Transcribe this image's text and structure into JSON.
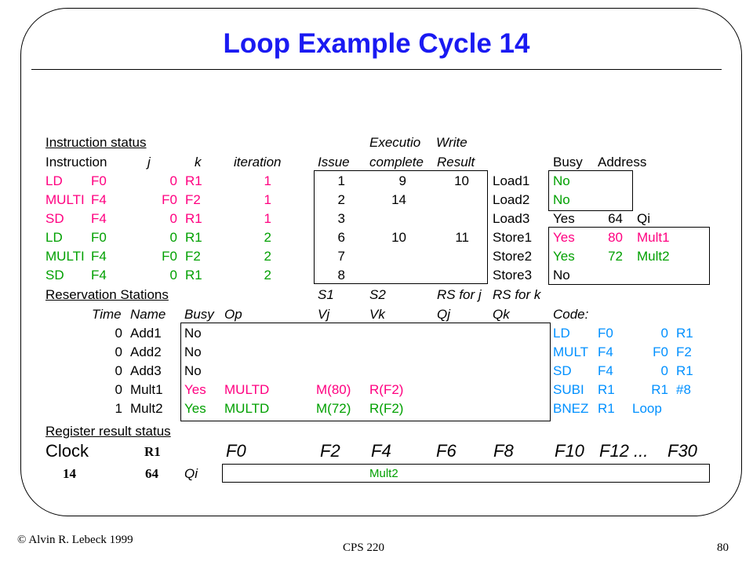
{
  "title": "Loop Example Cycle 14",
  "instruction_status": {
    "section_label": "Instruction status",
    "header_top": {
      "execution": "Executio",
      "write": "Write"
    },
    "headers": [
      "Instruction",
      "j",
      "k",
      "iteration",
      "Issue",
      "complete",
      "Result"
    ],
    "rows": [
      {
        "op": "LD",
        "dst": "F0",
        "j": "0",
        "k": "R1",
        "iter": "1",
        "issue": "1",
        "exec": "9",
        "write": "10",
        "color": "red"
      },
      {
        "op": "MULTI",
        "dst": "F4",
        "j": "F0",
        "k": "F2",
        "iter": "1",
        "issue": "2",
        "exec": "14",
        "write": "",
        "color": "red"
      },
      {
        "op": "SD",
        "dst": "F4",
        "j": "0",
        "k": "R1",
        "iter": "1",
        "issue": "3",
        "exec": "",
        "write": "",
        "color": "red"
      },
      {
        "op": "LD",
        "dst": "F0",
        "j": "0",
        "k": "R1",
        "iter": "2",
        "issue": "6",
        "exec": "10",
        "write": "11",
        "color": "grn"
      },
      {
        "op": "MULTI",
        "dst": "F4",
        "j": "F0",
        "k": "F2",
        "iter": "2",
        "issue": "7",
        "exec": "",
        "write": "",
        "color": "grn"
      },
      {
        "op": "SD",
        "dst": "F4",
        "j": "0",
        "k": "R1",
        "iter": "2",
        "issue": "8",
        "exec": "",
        "write": "",
        "color": "grn"
      }
    ]
  },
  "load_store": {
    "headers": {
      "busy": "Busy",
      "address": "Address"
    },
    "rows": [
      {
        "name": "Load1",
        "busy": "No",
        "addr": "",
        "extra": "",
        "color": "grn"
      },
      {
        "name": "Load2",
        "busy": "No",
        "addr": "",
        "extra": "",
        "color": "grn"
      },
      {
        "name": "Load3",
        "busy": "Yes",
        "addr": "64",
        "extra": "Qi",
        "color": "blk"
      },
      {
        "name": "Store1",
        "busy": "Yes",
        "addr": "80",
        "extra": "Mult1",
        "color": "red"
      },
      {
        "name": "Store2",
        "busy": "Yes",
        "addr": "72",
        "extra": "Mult2",
        "color": "grn"
      },
      {
        "name": "Store3",
        "busy": "No",
        "addr": "",
        "extra": "",
        "color": "blk"
      }
    ]
  },
  "reservation_stations": {
    "section_label": "Reservation Stations",
    "header_top": [
      "S1",
      "S2",
      "RS for j",
      "RS for k"
    ],
    "headers": [
      "Time",
      "Name",
      "Busy",
      "Op",
      "Vj",
      "Vk",
      "Qj",
      "Qk"
    ],
    "rows": [
      {
        "time": "0",
        "name": "Add1",
        "busy": "No",
        "op": "",
        "vj": "",
        "vk": "",
        "color": "blk"
      },
      {
        "time": "0",
        "name": "Add2",
        "busy": "No",
        "op": "",
        "vj": "",
        "vk": "",
        "color": "blk"
      },
      {
        "time": "0",
        "name": "Add3",
        "busy": "No",
        "op": "",
        "vj": "",
        "vk": "",
        "color": "blk"
      },
      {
        "time": "0",
        "name": "Mult1",
        "busy": "Yes",
        "op": "MULTD",
        "vj": "M(80)",
        "vk": "R(F2)",
        "color": "red"
      },
      {
        "time": "1",
        "name": "Mult2",
        "busy": "Yes",
        "op": "MULTD",
        "vj": "M(72)",
        "vk": "R(F2)",
        "color": "grn"
      }
    ]
  },
  "code": {
    "label": "Code:",
    "lines": [
      [
        "LD",
        "F0",
        "0",
        "R1"
      ],
      [
        "MULT",
        "F4",
        "F0",
        "F2"
      ],
      [
        "SD",
        "F4",
        "0",
        "R1"
      ],
      [
        "SUBI",
        "R1",
        "R1",
        "#8"
      ],
      [
        "BNEZ",
        "R1",
        "Loop",
        ""
      ]
    ]
  },
  "register_result": {
    "section_label": "Register result status",
    "clock_label": "Clock",
    "r1_label": "R1",
    "registers": [
      "F0",
      "F2",
      "F4",
      "F6",
      "F8",
      "F10",
      "F12 ...",
      "F30"
    ],
    "clock_value": "14",
    "r1_value": "64",
    "qi_label": "Qi",
    "f4_value": "Mult2"
  },
  "footer": {
    "copyright": "© Alvin R. Lebeck 1999",
    "course": "CPS 220",
    "page": "80"
  },
  "colors": {
    "title": "#1a1af2",
    "red": "#ff0080",
    "green": "#00a000",
    "blue": "#0090ff"
  }
}
